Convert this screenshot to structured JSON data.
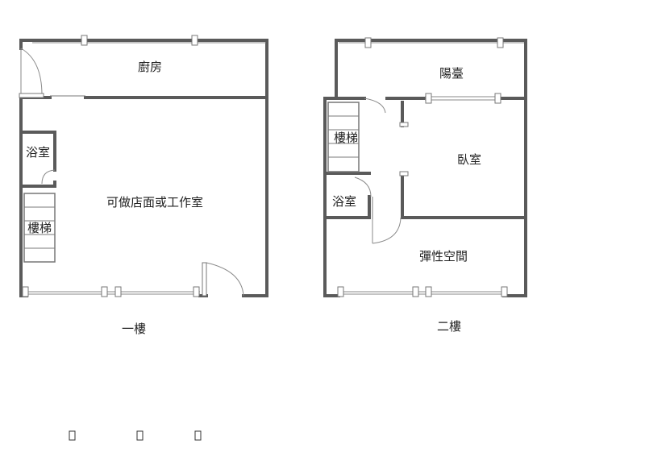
{
  "floor1": {
    "caption": "一樓",
    "rooms": {
      "kitchen": "廚房",
      "bath": "浴室",
      "stairs": "樓梯",
      "shop": "可做店面或工作室"
    }
  },
  "floor2": {
    "caption": "二樓",
    "rooms": {
      "balcony": "陽臺",
      "stairs": "樓梯",
      "bedroom": "臥室",
      "bath": "浴室",
      "flex": "彈性空間"
    }
  }
}
